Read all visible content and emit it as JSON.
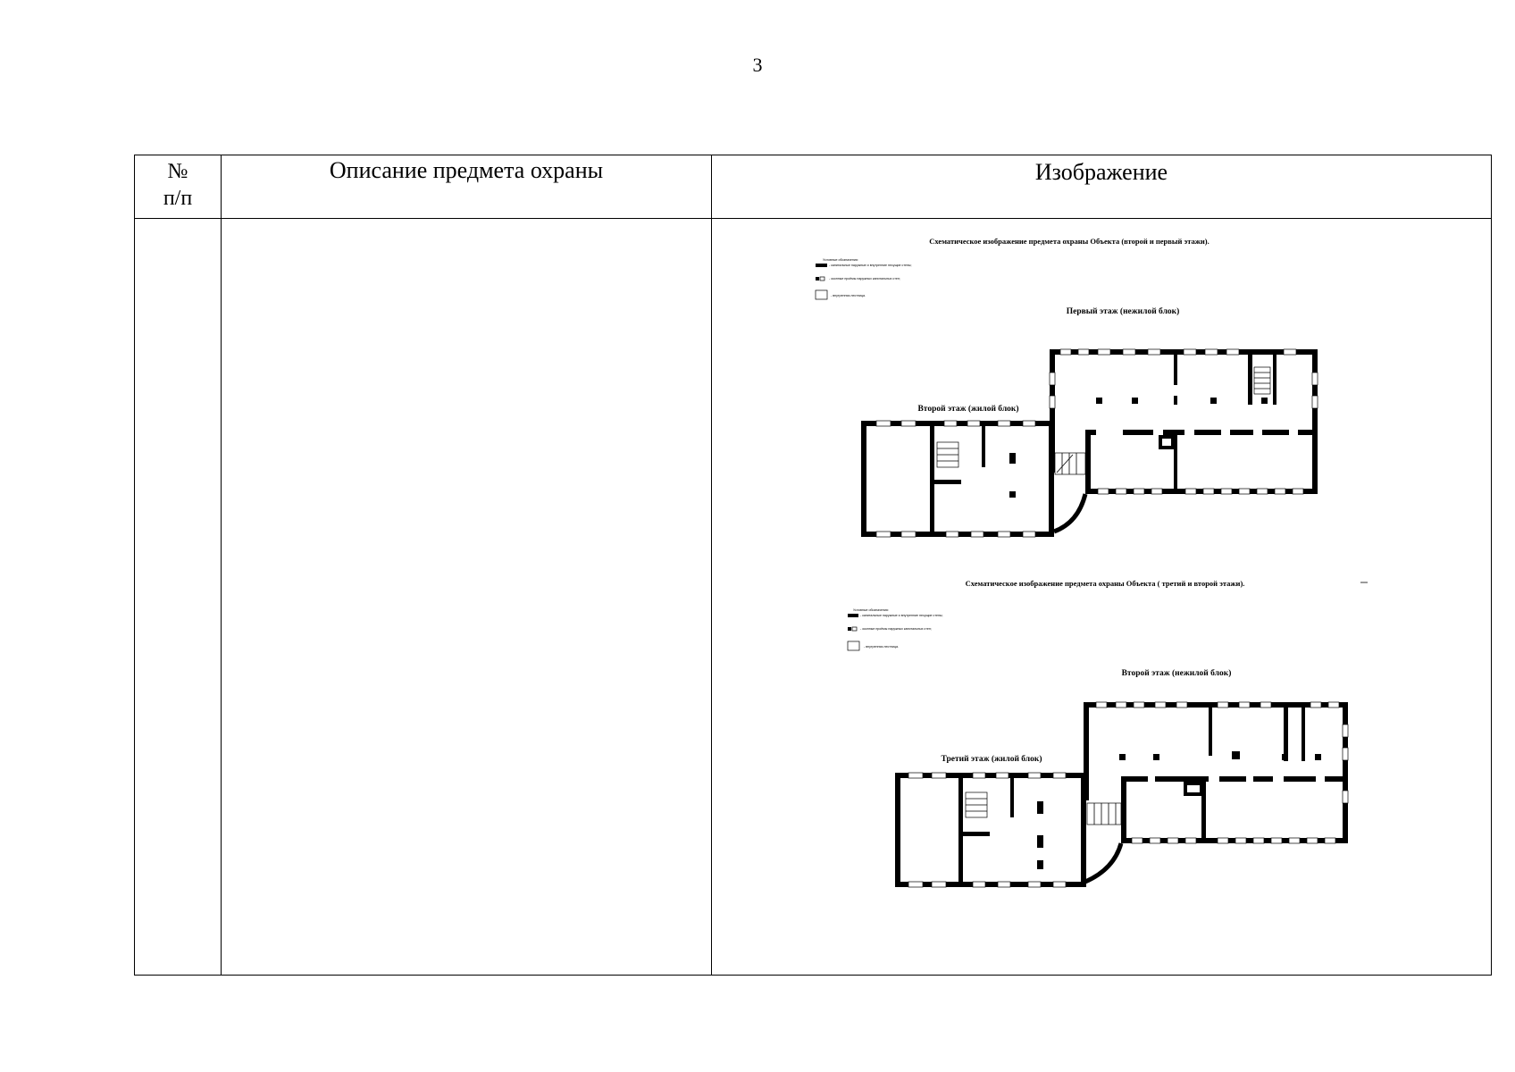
{
  "page": {
    "number": "3"
  },
  "table": {
    "headers": {
      "num_line1": "№",
      "num_line2": "п/п",
      "description": "Описание предмета охраны",
      "image": "Изображение"
    },
    "row": {
      "num": "",
      "description": ""
    }
  },
  "image": {
    "scheme1": {
      "caption": "Схематическое изображение предмета охраны Объекта (второй и первый этажи).",
      "legend": {
        "title": "Условные обозначения:",
        "item1": "- капитальные наружные и внутренние несущие стены;",
        "item2": "- оконные проёмы наружных капитальных стен;",
        "item3": "- внутренняя лестница."
      },
      "floor_right": "Первый этаж (нежилой блок)",
      "floor_left": "Второй этаж (жилой блок)"
    },
    "scheme2": {
      "caption": "Схематическое изображение предмета охраны Объекта ( третий и второй этажи).",
      "legend": {
        "title": "Условные обозначения:",
        "item1": "- капитальные наружные и внутренние несущие стены;",
        "item2": "- оконные проёмы наружных капитальных стен;",
        "item3": "- внутренняя лестница."
      },
      "floor_right": "Второй этаж (нежилой блок)",
      "floor_left": "Третий этаж (жилой блок)"
    }
  }
}
